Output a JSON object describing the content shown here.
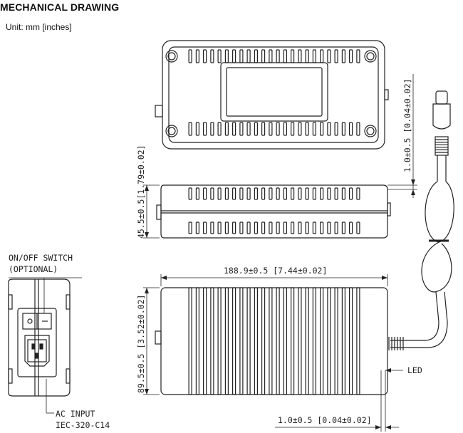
{
  "header": {
    "title": "MECHANICAL DRAWING",
    "unit": "Unit: mm [inches]"
  },
  "dimensions": {
    "length": "188.9±0.5  [7.44±0.02]",
    "width": "89.5±0.5  [3.52±0.02]",
    "height": "45.5±0.5[1.79±0.02]",
    "cable_top": "1.0±0.5  [0.04±0.02]",
    "cable_bottom": "1.0±0.5  [0.04±0.02]"
  },
  "callouts": {
    "switch_line1": "ON/OFF SWITCH",
    "switch_line2": "(OPTIONAL)",
    "ac_line1": "AC INPUT",
    "ac_line2": "IEC-320-C14",
    "led": "LED"
  }
}
